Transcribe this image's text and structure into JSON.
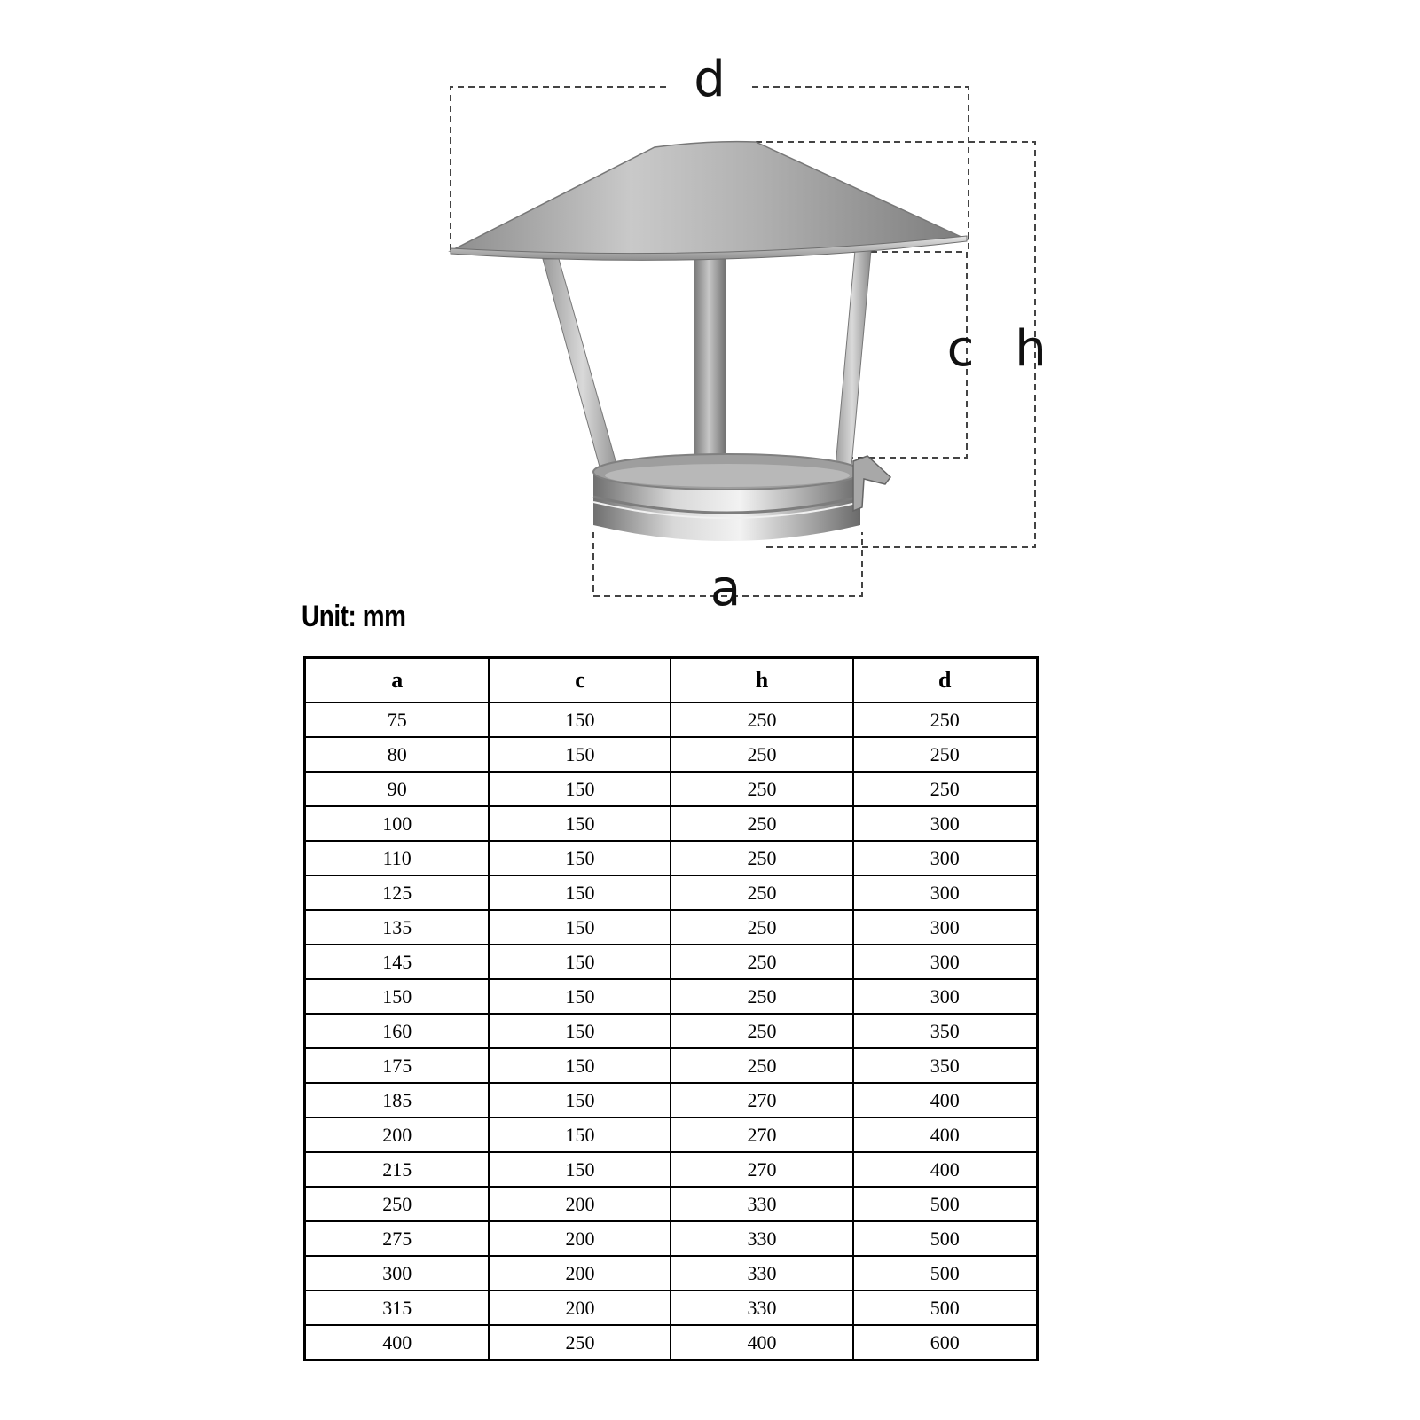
{
  "diagram": {
    "labels": {
      "d": "d",
      "h": "h",
      "c": "c",
      "a": "a"
    }
  },
  "unit_label": "Unit: mm",
  "table": {
    "headers": [
      "a",
      "c",
      "h",
      "d"
    ],
    "rows": [
      [
        "75",
        "150",
        "250",
        "250"
      ],
      [
        "80",
        "150",
        "250",
        "250"
      ],
      [
        "90",
        "150",
        "250",
        "250"
      ],
      [
        "100",
        "150",
        "250",
        "300"
      ],
      [
        "110",
        "150",
        "250",
        "300"
      ],
      [
        "125",
        "150",
        "250",
        "300"
      ],
      [
        "135",
        "150",
        "250",
        "300"
      ],
      [
        "145",
        "150",
        "250",
        "300"
      ],
      [
        "150",
        "150",
        "250",
        "300"
      ],
      [
        "160",
        "150",
        "250",
        "350"
      ],
      [
        "175",
        "150",
        "250",
        "350"
      ],
      [
        "185",
        "150",
        "270",
        "400"
      ],
      [
        "200",
        "150",
        "270",
        "400"
      ],
      [
        "215",
        "150",
        "270",
        "400"
      ],
      [
        "250",
        "200",
        "330",
        "500"
      ],
      [
        "275",
        "200",
        "330",
        "500"
      ],
      [
        "300",
        "200",
        "330",
        "500"
      ],
      [
        "315",
        "200",
        "330",
        "500"
      ],
      [
        "400",
        "250",
        "400",
        "600"
      ]
    ]
  }
}
